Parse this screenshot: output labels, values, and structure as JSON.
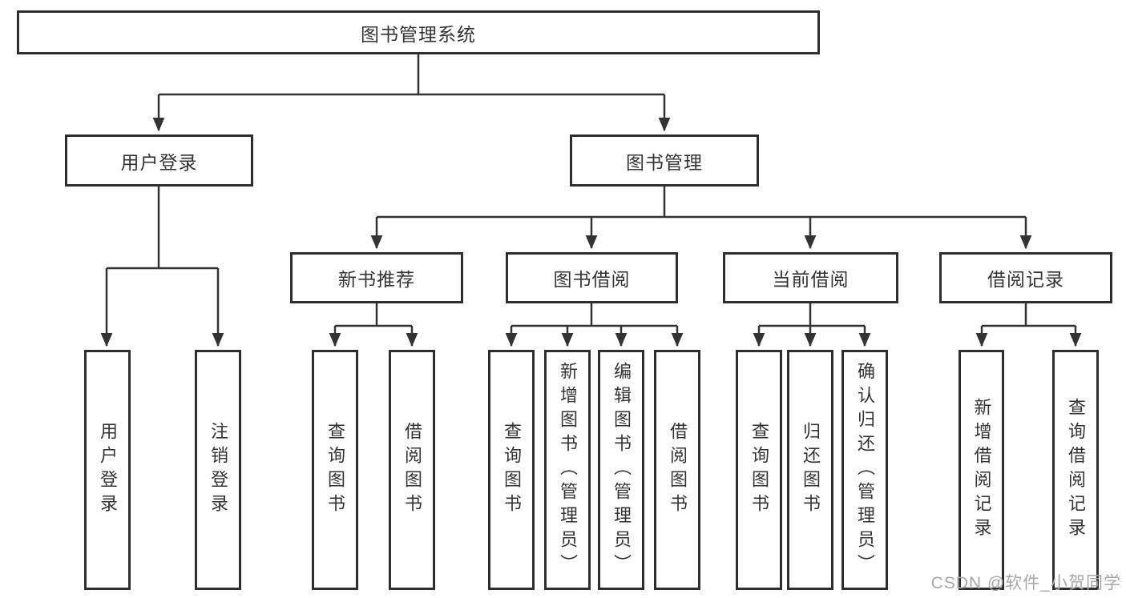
{
  "diagram": {
    "root": {
      "label": "图书管理系统"
    },
    "level2": {
      "user_login": {
        "label": "用户登录"
      },
      "book_management": {
        "label": "图书管理"
      }
    },
    "level3": {
      "new_book": {
        "label": "新书推荐"
      },
      "book_borrow": {
        "label": "图书借阅"
      },
      "current_borrow": {
        "label": "当前借阅"
      },
      "borrow_records": {
        "label": "借阅记录"
      }
    },
    "leaves": {
      "user_login": [
        "用户登录",
        "注销登录"
      ],
      "new_book": [
        "查询图书",
        "借阅图书"
      ],
      "book_borrow": [
        "查询图书",
        "新增图书（管理员）",
        "编辑图书（管理员）",
        "借阅图书"
      ],
      "current_borrow": [
        "查询图书",
        "归还图书",
        "确认归还（管理员）"
      ],
      "borrow_records": [
        "新增借阅记录",
        "查询借阅记录"
      ]
    },
    "colors": {
      "border": "#2e2e2e",
      "line": "#333333",
      "text": "#333333",
      "background": "#ffffff",
      "watermark": "#a6a6a6"
    },
    "watermark": "CSDN @软件_小贺同学"
  }
}
